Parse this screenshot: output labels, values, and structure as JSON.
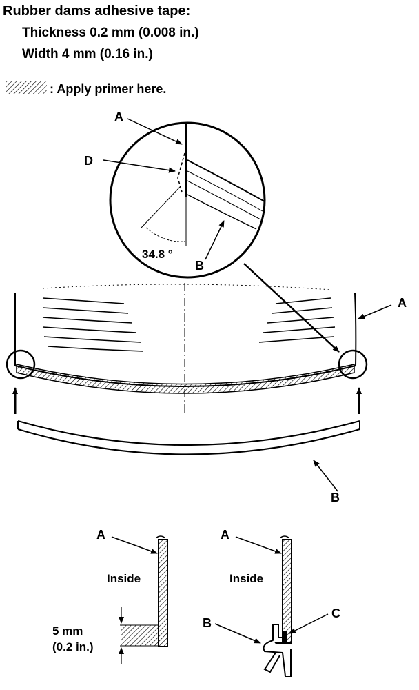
{
  "header": {
    "title": "Rubber dams adhesive tape:",
    "thickness": "Thickness 0.2 mm (0.008 in.)",
    "width": "Width 4 mm (0.16 in.)"
  },
  "legend": {
    "text": ": Apply primer here."
  },
  "labels": {
    "a_detail": "A",
    "d_detail": "D",
    "angle": "34.8 °",
    "b_detail": "B",
    "a_right": "A",
    "b_bottom": "B",
    "a_left_section": "A",
    "inside_left": "Inside",
    "dim_mm": "5 mm",
    "dim_in": "(0.2 in.)",
    "a_right_section": "A",
    "inside_right": "Inside",
    "b_right_section": "B",
    "c_right_section": "C"
  }
}
